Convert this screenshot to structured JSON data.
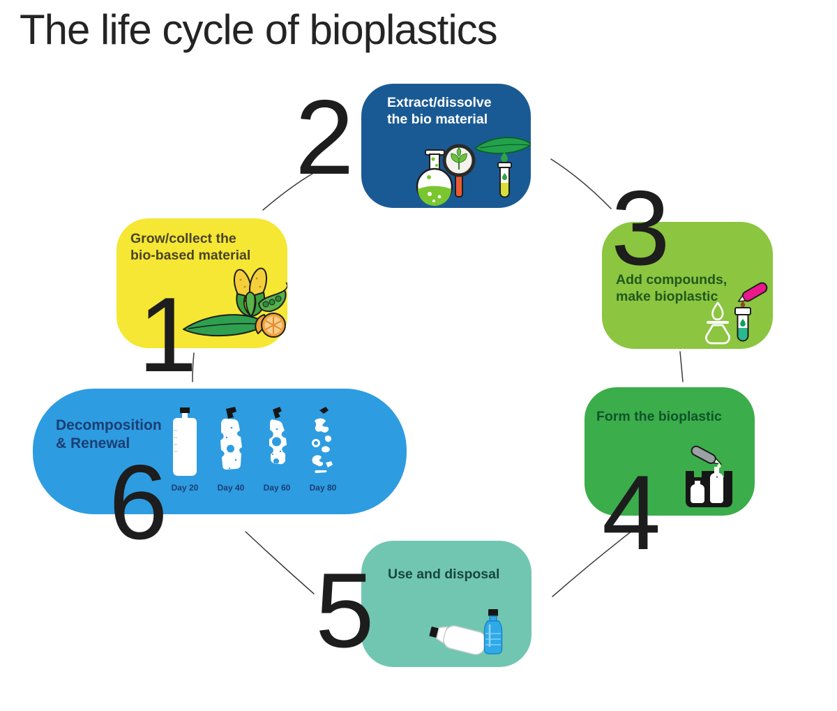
{
  "title": "The life cycle of bioplastics",
  "colors": {
    "background": "#ffffff",
    "title_color": "#242424",
    "number_color": "#1d1d1d",
    "connector_line_color": "#3b3b3b",
    "step1_box": "#F5E733",
    "step2_box": "#1A5A94",
    "step3_box": "#8CC540",
    "step4_box": "#3BAD4B",
    "step5_box": "#71C6B1",
    "step6_box": "#2E9CE1"
  },
  "steps": [
    {
      "number": "1",
      "label": "Grow/collect the\nbio-based material",
      "box_color": "#F5E733",
      "text_color": "#4a4429",
      "icons": [
        "corn-icon",
        "pea-pod-icon",
        "leaf-icon",
        "orange-slice-icon"
      ]
    },
    {
      "number": "2",
      "label": "Extract/dissolve\nthe bio material",
      "box_color": "#1A5A94",
      "text_color": "#ffffff",
      "icons": [
        "flask-icon",
        "magnifier-plant-icon",
        "leaf-icon",
        "test-tube-icon"
      ]
    },
    {
      "number": "3",
      "label": "Add compounds,\nmake bioplastic",
      "box_color": "#8CC540",
      "text_color": "#20591c",
      "icons": [
        "burner-icon",
        "pipette-icon",
        "test-tube-icon"
      ]
    },
    {
      "number": "4",
      "label": "Form the bioplastic",
      "box_color": "#3BAD4B",
      "text_color": "#10532a",
      "icons": [
        "pipette-icon",
        "bottle-mold-icon"
      ]
    },
    {
      "number": "5",
      "label": "Use and disposal",
      "box_color": "#71C6B1",
      "text_color": "#17473e",
      "icons": [
        "fallen-bottle-icon",
        "water-bottle-icon"
      ]
    },
    {
      "number": "6",
      "label": "Decomposition\n& Renewal",
      "box_color": "#2E9CE1",
      "text_color": "#1b3e73",
      "icons": [
        "bottle-day20-icon",
        "bottle-day40-icon",
        "bottle-day60-icon",
        "bottle-day80-icon"
      ],
      "day_labels": [
        "Day 20",
        "Day 40",
        "Day 60",
        "Day 80"
      ]
    }
  ]
}
